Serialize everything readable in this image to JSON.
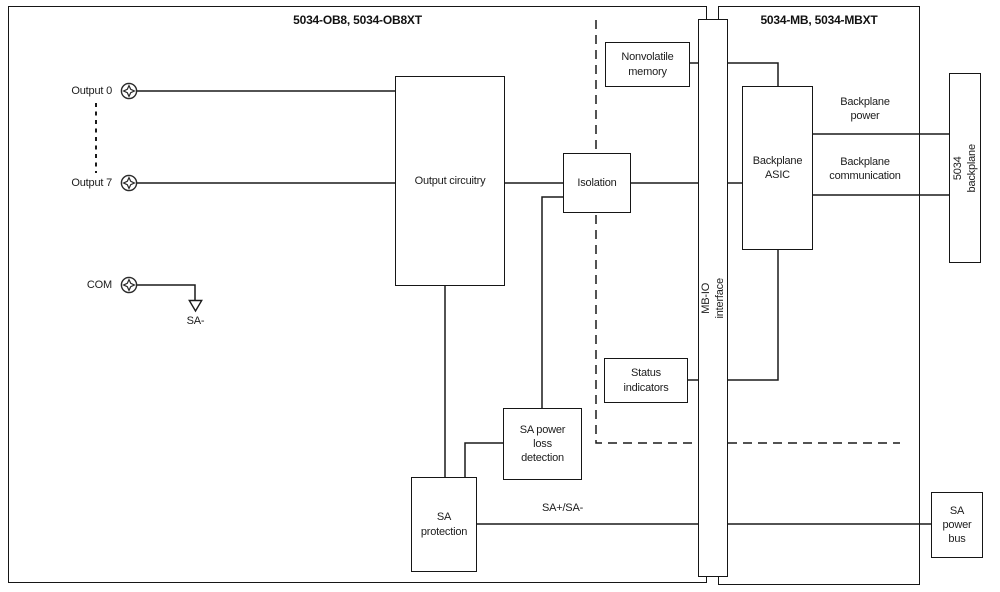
{
  "diagram": {
    "left_region_title": "5034-OB8, 5034-OB8XT",
    "right_region_title": "5034-MB, 5034-MBXT",
    "io_labels": {
      "output0": "Output 0",
      "output7": "Output 7",
      "com": "COM",
      "sa_minus": "SA-"
    },
    "blocks": {
      "output_circuitry": "Output circuitry",
      "isolation": "Isolation",
      "nonvolatile_memory": "Nonvolatile\nmemory",
      "status_indicators": "Status\nindicators",
      "sa_power_loss_detection": "SA power\nloss\ndetection",
      "sa_protection": "SA\nprotection",
      "mbio_interface": "MB-IO interface",
      "backplane_asic": "Backplane\nASIC",
      "backplane_5034": "5034 backplane",
      "sa_power_bus": "SA\npower\nbus"
    },
    "wire_labels": {
      "sa_bus": "SA+/SA-",
      "backplane_power": "Backplane\npower",
      "backplane_communication": "Backplane\ncommunication"
    },
    "colors": {
      "line": "#1a1a1a",
      "background": "#ffffff"
    }
  }
}
